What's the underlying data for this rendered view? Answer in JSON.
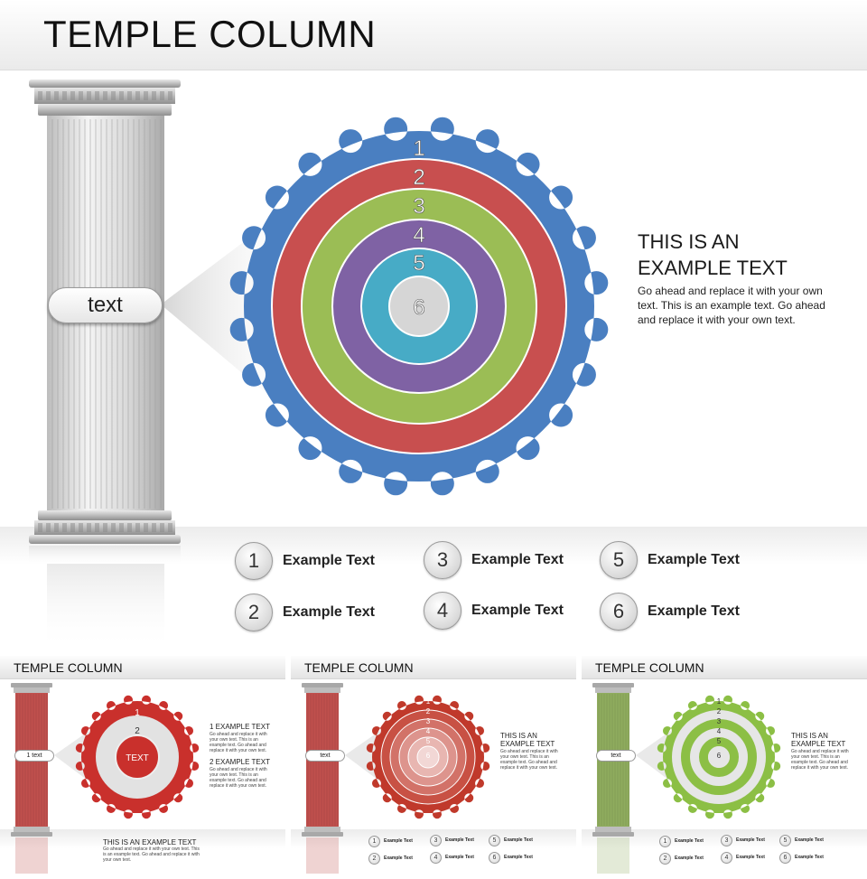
{
  "main": {
    "title": "TEMPLE COLUMN",
    "column_label": "text",
    "ring_numbers": [
      "1",
      "2",
      "3",
      "4",
      "5",
      "6"
    ],
    "ring_colors": [
      "#4a7fc1",
      "#c84f4f",
      "#9bbd55",
      "#7f62a4",
      "#47abc6",
      "#d6d6d6"
    ],
    "body": {
      "title_line1": "THIS IS AN",
      "title_line2": "EXAMPLE TEXT",
      "description": "Go ahead and replace it with your own text. This is an example text. Go ahead and replace it with your own text."
    },
    "legend": [
      {
        "number": "1",
        "label": "Example Text"
      },
      {
        "number": "2",
        "label": "Example Text"
      },
      {
        "number": "3",
        "label": "Example Text"
      },
      {
        "number": "4",
        "label": "Example Text"
      },
      {
        "number": "5",
        "label": "Example Text"
      },
      {
        "number": "6",
        "label": "Example Text"
      }
    ]
  },
  "thumbnails": [
    {
      "title": "TEMPLE COLUMN",
      "column_label": "1 text",
      "column_color": "#c0504d",
      "gear_color": "#c9302c",
      "rings": [
        "1",
        "2"
      ],
      "center_label": "TEXT",
      "text1_title": "1 EXAMPLE TEXT",
      "text1_body": "Go ahead and replace it with your own text. This is an example text. Go ahead and replace it with your own text.",
      "text2_title": "2 EXAMPLE TEXT",
      "text2_body": "Go ahead and replace it with your own text. This is an example text. Go ahead and replace it with your own text.",
      "bottom_title": "THIS IS AN EXAMPLE TEXT",
      "bottom_body": "Go ahead and replace it with your own text. This is an example text. Go ahead and replace it with your own text."
    },
    {
      "title": "TEMPLE COLUMN",
      "column_label": "text",
      "column_color": "#c0504d",
      "gear_color": "#c0392b",
      "rings": [
        "1",
        "2",
        "3",
        "4",
        "5",
        "6"
      ],
      "text_title_line1": "THIS IS AN",
      "text_title_line2": "EXAMPLE TEXT",
      "text_body": "Go ahead and replace it with your own text. This is an example text. Go ahead and replace it with your own text.",
      "legend": [
        "Example Text",
        "Example Text",
        "Example Text",
        "Example Text",
        "Example Text",
        "Example Text"
      ]
    },
    {
      "title": "TEMPLE COLUMN",
      "column_label": "text",
      "column_color": "#8fac5e",
      "gear_color": "#8cbf45",
      "rings": [
        "1",
        "2",
        "3",
        "4",
        "5",
        "6"
      ],
      "text_title_line1": "THIS IS AN",
      "text_title_line2": "EXAMPLE TEXT",
      "text_body": "Go ahead and replace it with your own text. This is an example text. Go ahead and replace it with your own text.",
      "legend": [
        "Example Text",
        "Example Text",
        "Example Text",
        "Example Text",
        "Example Text",
        "Example Text"
      ]
    }
  ]
}
